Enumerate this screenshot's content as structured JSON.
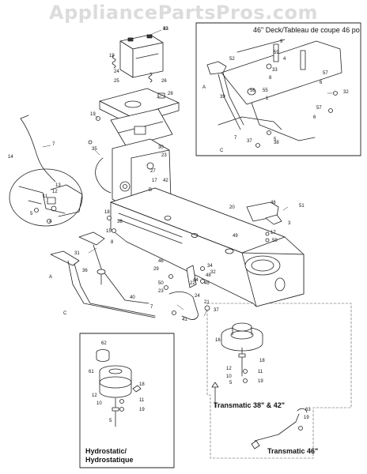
{
  "watermark": "AppliancePartsPros.com",
  "deck_inset": {
    "title": "46\" Deck/Tableau de coupe 46 po"
  },
  "hydro_inset": {
    "caption_line1": "Hydrostatic/",
    "caption_line2": "Hydrostatique"
  },
  "transmatic_3842": "Transmatic 38\" & 42\"",
  "transmatic_46": "Transmatic 46\"",
  "callouts": [
    "43",
    "19",
    "24",
    "25",
    "26",
    "28",
    "19",
    "35",
    "7",
    "14",
    "5",
    "4",
    "11",
    "12",
    "13",
    "30",
    "23",
    "42",
    "17",
    "8",
    "B",
    "27",
    "18",
    "38",
    "15",
    "31",
    "36",
    "A",
    "40",
    "C",
    "20",
    "46",
    "51",
    "3",
    "17",
    "59",
    "49",
    "22",
    "24",
    "34",
    "46",
    "29",
    "50",
    "23",
    "44",
    "48",
    "32",
    "45",
    "21",
    "41",
    "37",
    "7",
    "16",
    "18",
    "12",
    "10",
    "11",
    "5",
    "19",
    "63",
    "19",
    "62",
    "61",
    "18",
    "12",
    "10",
    "11",
    "5",
    "19",
    "52",
    "4",
    "33",
    "59",
    "56",
    "39",
    "55",
    "1",
    "A",
    "C",
    "37",
    "5",
    "8",
    "6",
    "57",
    "32",
    "9",
    "6",
    "38",
    "57",
    "7",
    "32"
  ]
}
